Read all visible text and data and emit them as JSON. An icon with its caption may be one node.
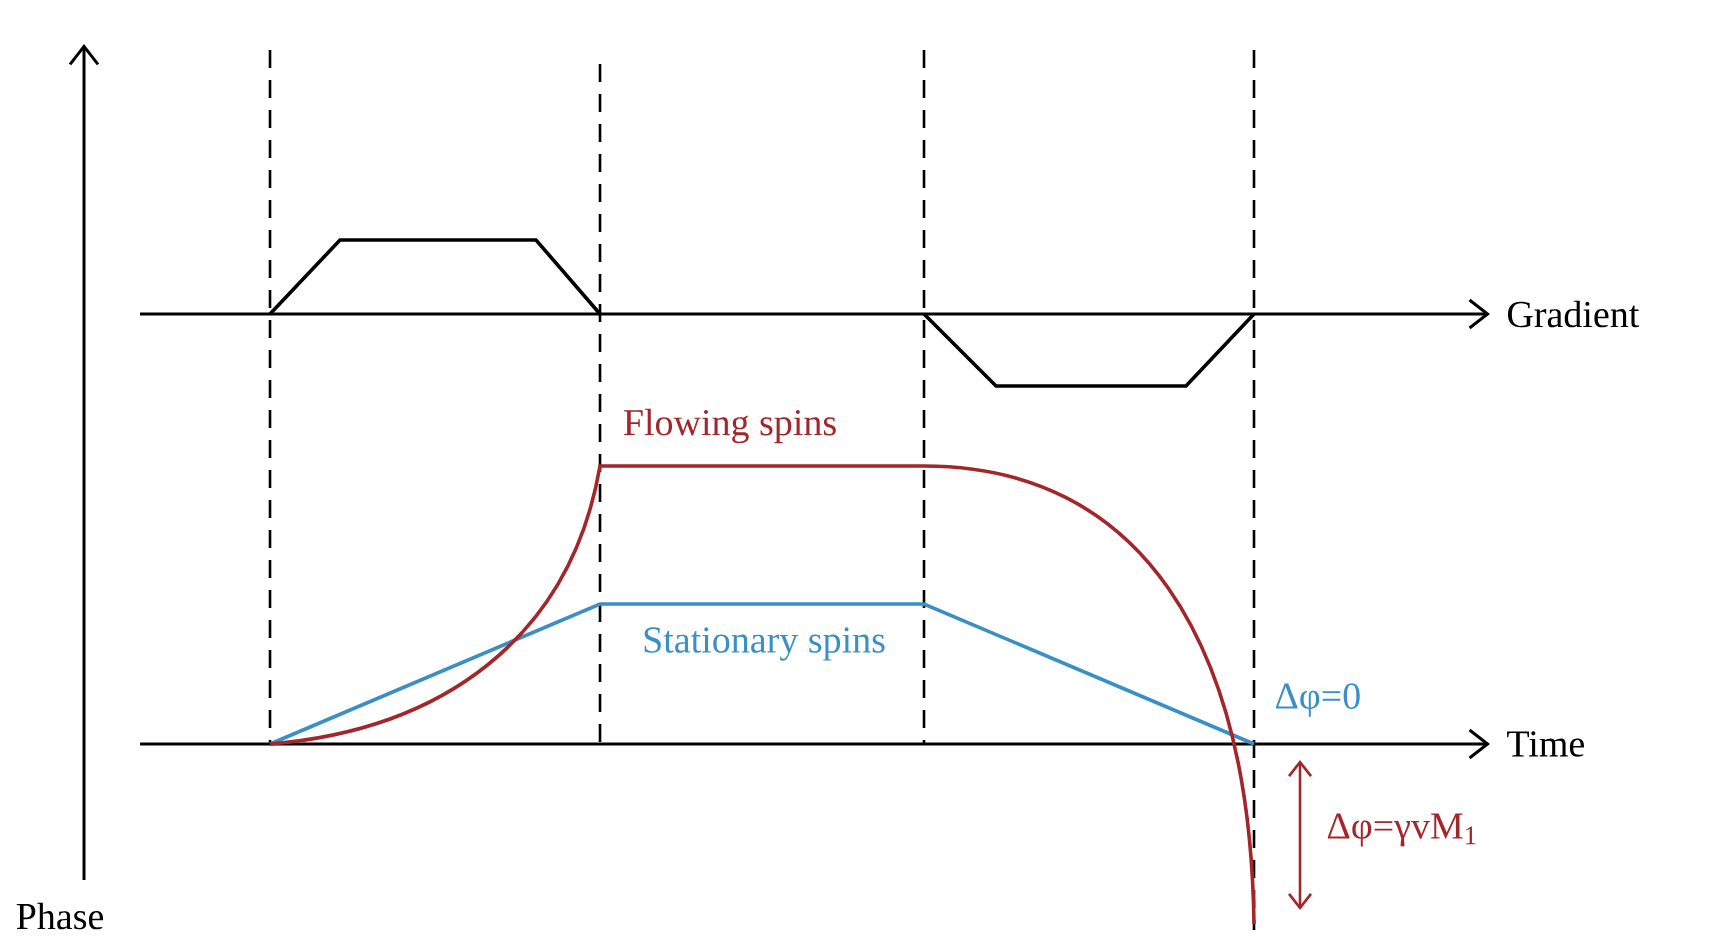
{
  "diagram": {
    "labels": [
      "Gradient",
      "Flowing spins",
      "Stationary spins",
      "Δφ=0",
      "Time",
      "Δφ=γvM$_{1}$",
      "Phase"
    ]
  }
}
